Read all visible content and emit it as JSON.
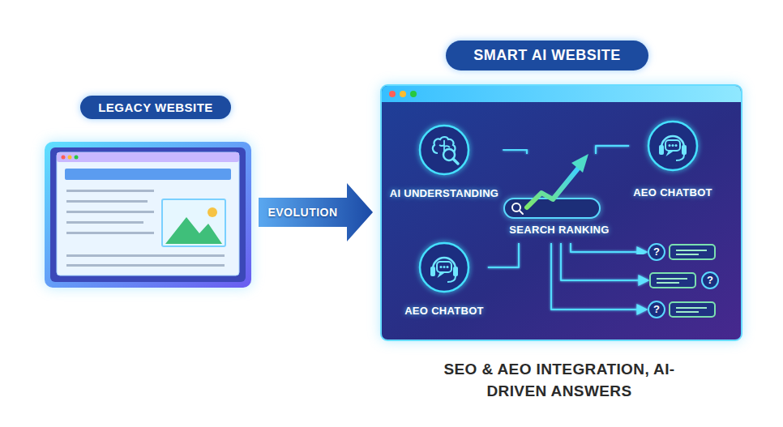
{
  "diagram": {
    "caption": "SEO & AEO INTEGRATION, AI-DRIVEN ANSWERS",
    "nodes": [
      {
        "text": [
          "LEGACY WEBSITE"
        ]
      },
      {
        "text": [
          "SMART AI WEBSITE"
        ]
      },
      {
        "text": [
          "AI UNDERSTANDING"
        ],
        "in": 1
      },
      {
        "text": [
          "AEO CHATBOT"
        ],
        "in": 1
      },
      {
        "text": [
          "SEARCH RANKING"
        ],
        "in": 1
      },
      {
        "text": [
          "AEO CHATBOT"
        ],
        "in": 1
      },
      {
        "text": [
          "?"
        ],
        "in": 1
      },
      {
        "text": [
          "?"
        ],
        "in": 1
      },
      {
        "text": [
          "?"
        ],
        "in": 1
      }
    ],
    "edges": [
      {
        "from": 0,
        "to": 1,
        "arrow": "to",
        "label": "EVOLUTION"
      },
      {
        "from": 2,
        "to": 4,
        "arrow": "none"
      },
      {
        "from": 3,
        "to": 4,
        "arrow": "none"
      },
      {
        "from": 5,
        "to": 4,
        "arrow": "none"
      },
      {
        "from": 4,
        "to": 6,
        "arrow": "to"
      },
      {
        "from": 4,
        "to": 7,
        "arrow": "to"
      },
      {
        "from": 4,
        "to": 8,
        "arrow": "to"
      }
    ]
  }
}
